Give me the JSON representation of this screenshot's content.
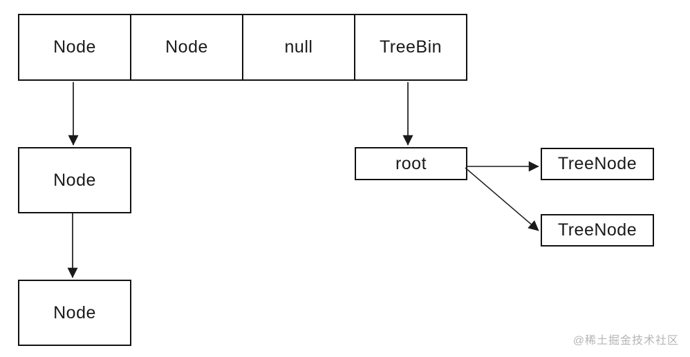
{
  "diagram": {
    "title_hint": "hashmap-bucket-tree-structure",
    "bucket_array": {
      "cells": [
        {
          "label": "Node"
        },
        {
          "label": "Node"
        },
        {
          "label": "null"
        },
        {
          "label": "TreeBin"
        }
      ]
    },
    "linked_list": {
      "node1_label": "Node",
      "node2_label": "Node"
    },
    "tree": {
      "root_label": "root",
      "treenode1_label": "TreeNode",
      "treenode2_label": "TreeNode"
    },
    "watermark": "@稀土掘金技术社区",
    "colors": {
      "line": "#1a1a1a",
      "border": "#111111",
      "text": "#1a1a1a",
      "watermark": "#b5b5b5",
      "background": "#ffffff"
    }
  }
}
